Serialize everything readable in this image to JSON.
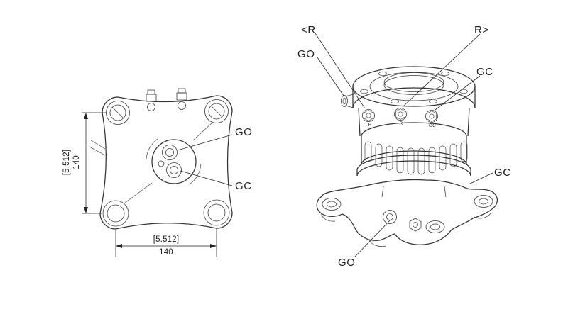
{
  "left_view": {
    "go_label": "GO",
    "gc_label": "GC",
    "dim_v_bracket": "[5.512]",
    "dim_v_value": "140",
    "dim_h_bracket": "[5.512]",
    "dim_h_value": "140"
  },
  "right_view": {
    "label_r_left": "<R",
    "label_r_right": "R>",
    "label_go_top": "GO",
    "label_gc_top": "GC",
    "label_gc_side": "GC",
    "label_go_bottom": "GO",
    "stamp_r1": "R",
    "stamp_r2": "R",
    "stamp_gc": "GC"
  }
}
